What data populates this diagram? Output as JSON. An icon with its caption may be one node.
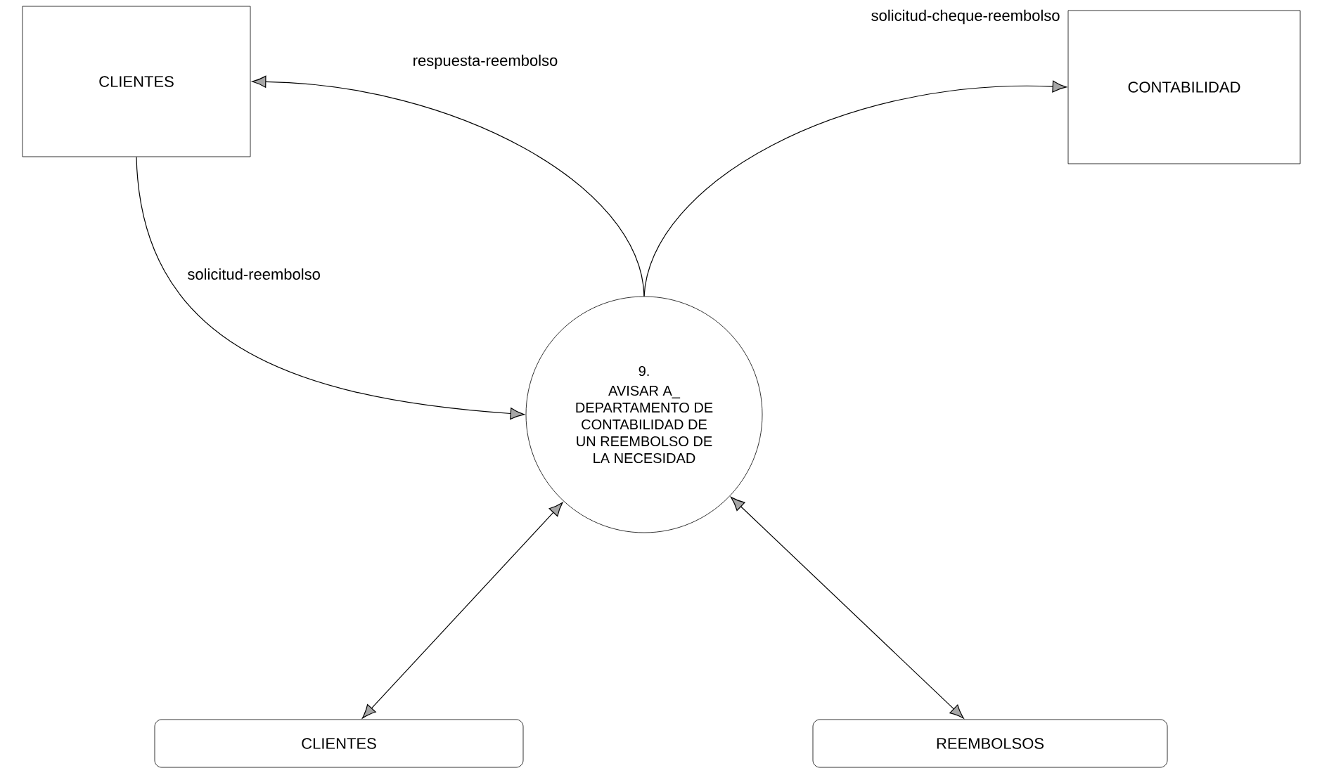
{
  "diagram": {
    "nodes": [
      {
        "text": [
          "CLIENTES"
        ]
      },
      {
        "text": [
          "CONTABILIDAD"
        ]
      },
      {
        "text": [
          "9.",
          "AVISAR A_ DEPARTAMENTO DE CONTABILIDAD DE UN REEMBOLSO DE LA NECESIDAD"
        ]
      },
      {
        "text": [
          "CLIENTES"
        ]
      },
      {
        "text": [
          "REEMBOLSOS"
        ]
      }
    ],
    "edges": [
      {
        "from": 2,
        "to": 0,
        "arrow": "to",
        "label": "respuesta-reembolso"
      },
      {
        "from": 2,
        "to": 1,
        "arrow": "to",
        "label": "solicitud-cheque-reembolso"
      },
      {
        "from": 0,
        "to": 2,
        "arrow": "to",
        "label": "solicitud-reembolso"
      },
      {
        "from": 2,
        "to": 3,
        "arrow": "both"
      },
      {
        "from": 2,
        "to": 4,
        "arrow": "both"
      }
    ]
  }
}
